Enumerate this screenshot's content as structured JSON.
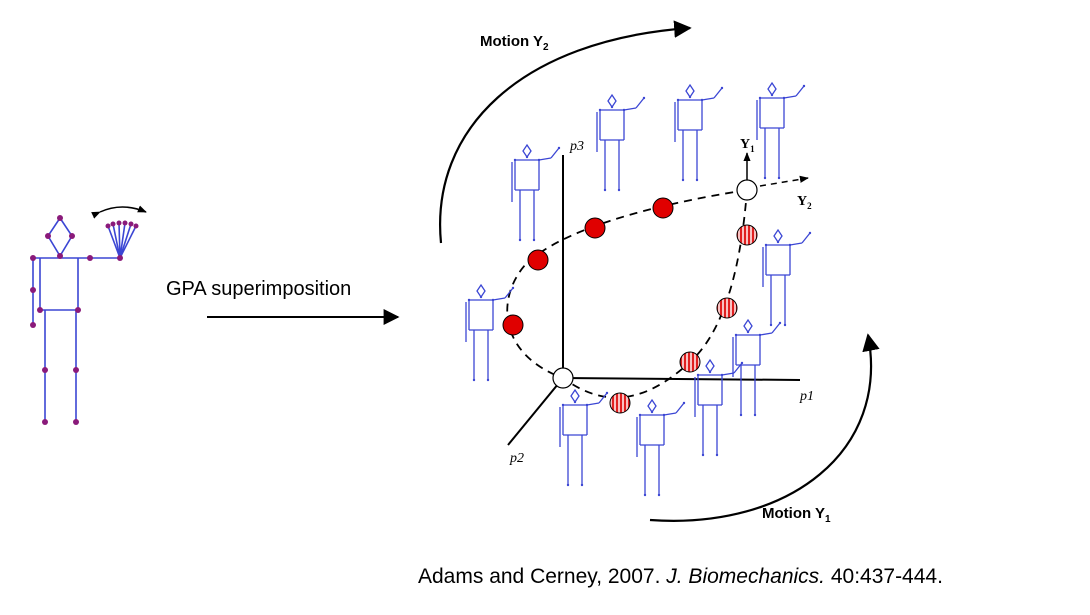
{
  "arrow_label": "GPA superimposition",
  "motion_y2": {
    "text": "Motion Y",
    "sub": "2"
  },
  "motion_y1": {
    "text": "Motion Y",
    "sub": "1"
  },
  "axes": {
    "p1": "p1",
    "p2": "p2",
    "p3": "p3"
  },
  "vectors": {
    "y1": {
      "text": "Y",
      "sub": "1"
    },
    "y2": {
      "text": "Y",
      "sub": "2"
    }
  },
  "citation": {
    "authors": "Adams and Cerney, 2007. ",
    "journal": "J. Biomechanics.",
    "ref": " 40:437-444."
  },
  "colors": {
    "skeleton": "#3b46d4",
    "joint": "#8a1a7a",
    "marker_solid": "#e00000",
    "marker_striped": "#f08080",
    "line": "#000000"
  }
}
